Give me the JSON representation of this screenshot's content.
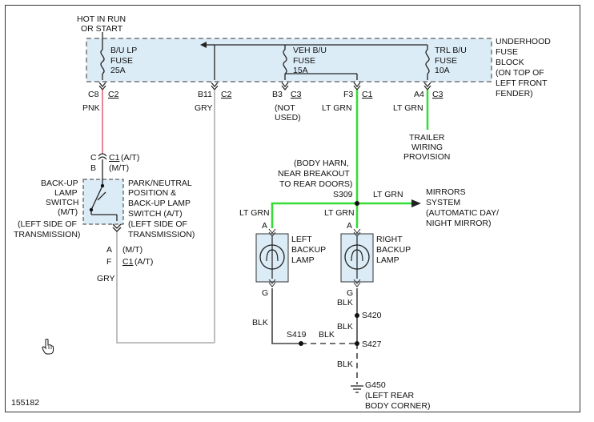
{
  "colors": {
    "pink": "#e8859a",
    "gray": "#bfbfbf",
    "green": "#33dd33",
    "black": "#444444",
    "fuse_block_fill": "#dcecf7",
    "switch_fill": "#dcecf7",
    "lamp_fill": "#dcecf7"
  },
  "labels": {
    "hot_in_run": "HOT IN RUN",
    "or_start": "OR START",
    "fuse1_l1": "B/U LP",
    "fuse1_l2": "FUSE",
    "fuse1_l3": "25A",
    "fuse2_l1": "VEH B/U",
    "fuse2_l2": "FUSE",
    "fuse2_l3": "15A",
    "fuse3_l1": "TRL B/U",
    "fuse3_l2": "FUSE",
    "fuse3_l3": "10A",
    "ufb_l1": "UNDERHOOD",
    "ufb_l2": "FUSE",
    "ufb_l3": "BLOCK",
    "ufb_l4": "(ON TOP OF",
    "ufb_l5": "LEFT FRONT",
    "ufb_l6": "FENDER)",
    "c8": "C8",
    "c8_c2": "C2",
    "b11": "B11",
    "b11_c2": "C2",
    "b3": "B3",
    "b3_c3": "C3",
    "f3": "F3",
    "f3_c1": "C1",
    "a4": "A4",
    "a4_c3": "C3",
    "pnk": "PNK",
    "gry_top": "GRY",
    "not_used_1": "(NOT",
    "not_used_2": "USED)",
    "lt_grn_f3": "LT GRN",
    "lt_grn_a4": "LT GRN",
    "trailer_1": "TRAILER",
    "trailer_2": "WIRING",
    "trailer_3": "PROVISION",
    "sw_c": "C",
    "sw_b": "B",
    "sw_c1_top": "C1",
    "sw_at_top": "(A/T)",
    "sw_mt_top": "(M/T)",
    "bu_sw_1": "BACK-UP",
    "bu_sw_2": "LAMP",
    "bu_sw_3": "SWITCH",
    "bu_sw_4": "(M/T)",
    "bu_sw_5": "(LEFT SIDE OF",
    "bu_sw_6": "TRANSMISSION)",
    "pn_sw_1": "PARK/NEUTRAL",
    "pn_sw_2": "POSITION &",
    "pn_sw_3": "BACK-UP LAMP",
    "pn_sw_4": "SWITCH (A/T)",
    "pn_sw_5": "(LEFT SIDE OF",
    "pn_sw_6": "TRANSMISSION)",
    "sw_a": "A",
    "sw_f": "F",
    "sw_mt_bot": "(M/T)",
    "sw_c1_bot": "C1",
    "sw_at_bot": "(A/T)",
    "gry_bot": "GRY",
    "body_harn_1": "(BODY HARN,",
    "body_harn_2": "NEAR BREAKOUT",
    "body_harn_3": "TO REAR DOORS)",
    "s309": "S309",
    "lt_grn_mirror": "LT GRN",
    "mirror_1": "MIRRORS",
    "mirror_2": "SYSTEM",
    "mirror_3": "(AUTOMATIC DAY/",
    "mirror_4": "NIGHT MIRROR)",
    "lt_grn_left": "LT GRN",
    "lt_grn_right": "LT GRN",
    "lamp_l_a": "A",
    "lamp_r_a": "A",
    "left_lamp_1": "LEFT",
    "left_lamp_2": "BACKUP",
    "left_lamp_3": "LAMP",
    "right_lamp_1": "RIGHT",
    "right_lamp_2": "BACKUP",
    "right_lamp_3": "LAMP",
    "lamp_l_g": "G",
    "lamp_r_g": "G",
    "blk_r1": "BLK",
    "s420": "S420",
    "blk_r2": "BLK",
    "blk_l": "BLK",
    "s419": "S419",
    "blk_mid": "BLK",
    "s427": "S427",
    "blk_r3": "BLK",
    "g450": "G450",
    "g450_1": "(LEFT REAR",
    "g450_2": "BODY CORNER)",
    "diagram_id": "155182"
  }
}
